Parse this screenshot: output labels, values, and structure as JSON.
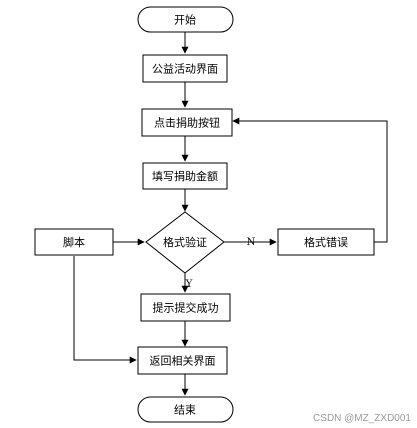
{
  "nodes": {
    "start": "开始",
    "charity": "公益活动界面",
    "click_donate": "点击捐助按钮",
    "fill_amount": "填写捐助金额",
    "validate": "格式验证",
    "format_error": "格式错误",
    "script": "脚本",
    "submit_success": "提示提交成功",
    "return_page": "返回相关界面",
    "end": "结束"
  },
  "edges": {
    "no_label": "N",
    "yes_label": "Y"
  },
  "watermark": "CSDN @MZ_ZXD001"
}
